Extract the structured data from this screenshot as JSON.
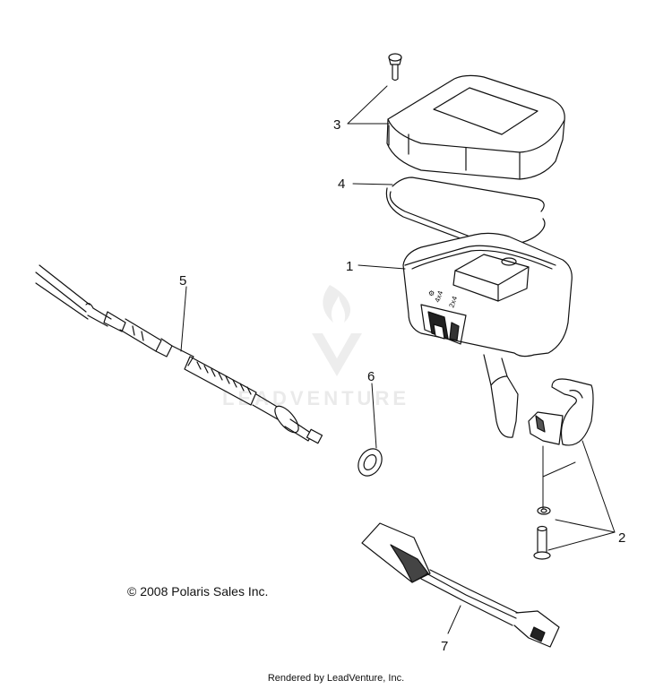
{
  "callouts": {
    "c1": "1",
    "c2": "2",
    "c3": "3",
    "c4": "4",
    "c5": "5",
    "c6": "6",
    "c7": "7"
  },
  "switch_labels": {
    "mode_a": "4x4",
    "mode_b": "2x4"
  },
  "watermark": {
    "text": "LEADVENTURE"
  },
  "copyright": "© 2008 Polaris Sales Inc.",
  "footer": "Rendered by LeadVenture, Inc."
}
